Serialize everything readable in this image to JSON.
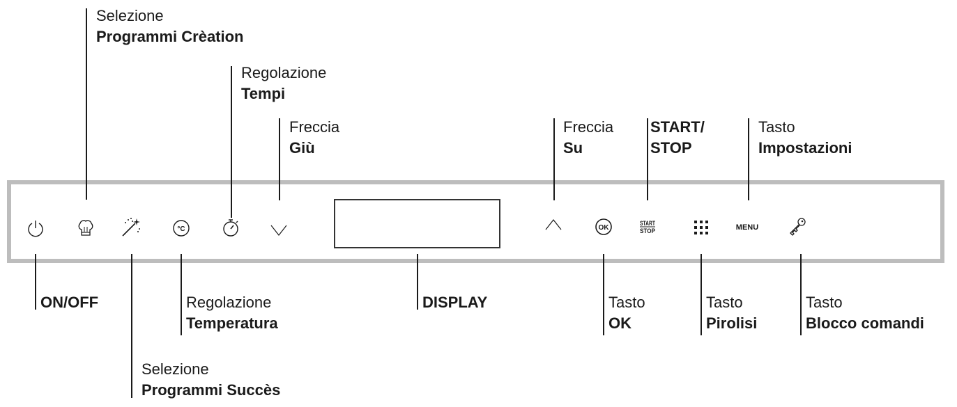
{
  "callouts": {
    "creation": {
      "line1": "Selezione",
      "line2": "Programmi Crèation"
    },
    "tempi": {
      "line1": "Regolazione",
      "line2": "Tempi"
    },
    "giu": {
      "line1": "Freccia",
      "line2": "Giù"
    },
    "su": {
      "line1": "Freccia",
      "line2": "Su"
    },
    "startstop": {
      "line1": "START/",
      "line2": "STOP"
    },
    "impostazioni": {
      "line1": "Tasto",
      "line2": "Impostazioni"
    },
    "onoff": {
      "line2": "ON/OFF"
    },
    "temperatura": {
      "line1": "Regolazione",
      "line2": "Temperatura"
    },
    "display": {
      "line2": "DISPLAY"
    },
    "ok": {
      "line1": "Tasto",
      "line2": "OK"
    },
    "pirolisi": {
      "line1": "Tasto",
      "line2": "Pirolisi"
    },
    "blocco": {
      "line1": "Tasto",
      "line2": "Blocco comandi"
    },
    "succes": {
      "line1": "Selezione",
      "line2": "Programmi Succès"
    }
  },
  "buttons": {
    "ok_label": "OK",
    "start_label": "START",
    "stop_label": "STOP",
    "menu_label": "MENU",
    "temp_label": "°C"
  },
  "icons": [
    "power-icon",
    "chef-hat-icon",
    "magic-wand-icon",
    "temperature-icon",
    "timer-icon",
    "arrow-down-icon",
    "arrow-up-icon",
    "ok-icon",
    "start-stop-icon",
    "grid-icon",
    "menu-icon",
    "key-icon"
  ],
  "colors": {
    "panel_border": "#bdbdbd",
    "ink": "#1a1a1a"
  }
}
